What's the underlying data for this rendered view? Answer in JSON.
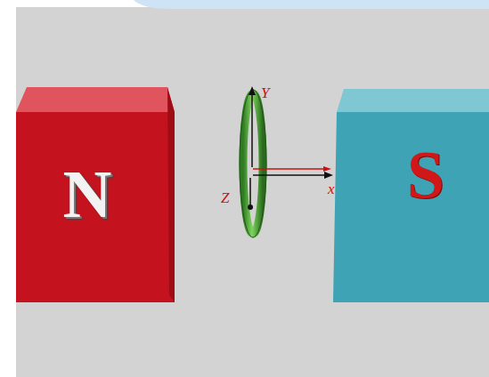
{
  "diagram": {
    "nodes": [
      {
        "text": [
          "N"
        ]
      },
      {
        "text": [
          "S"
        ]
      }
    ],
    "labels": [
      "Y",
      "Z",
      "x"
    ]
  }
}
